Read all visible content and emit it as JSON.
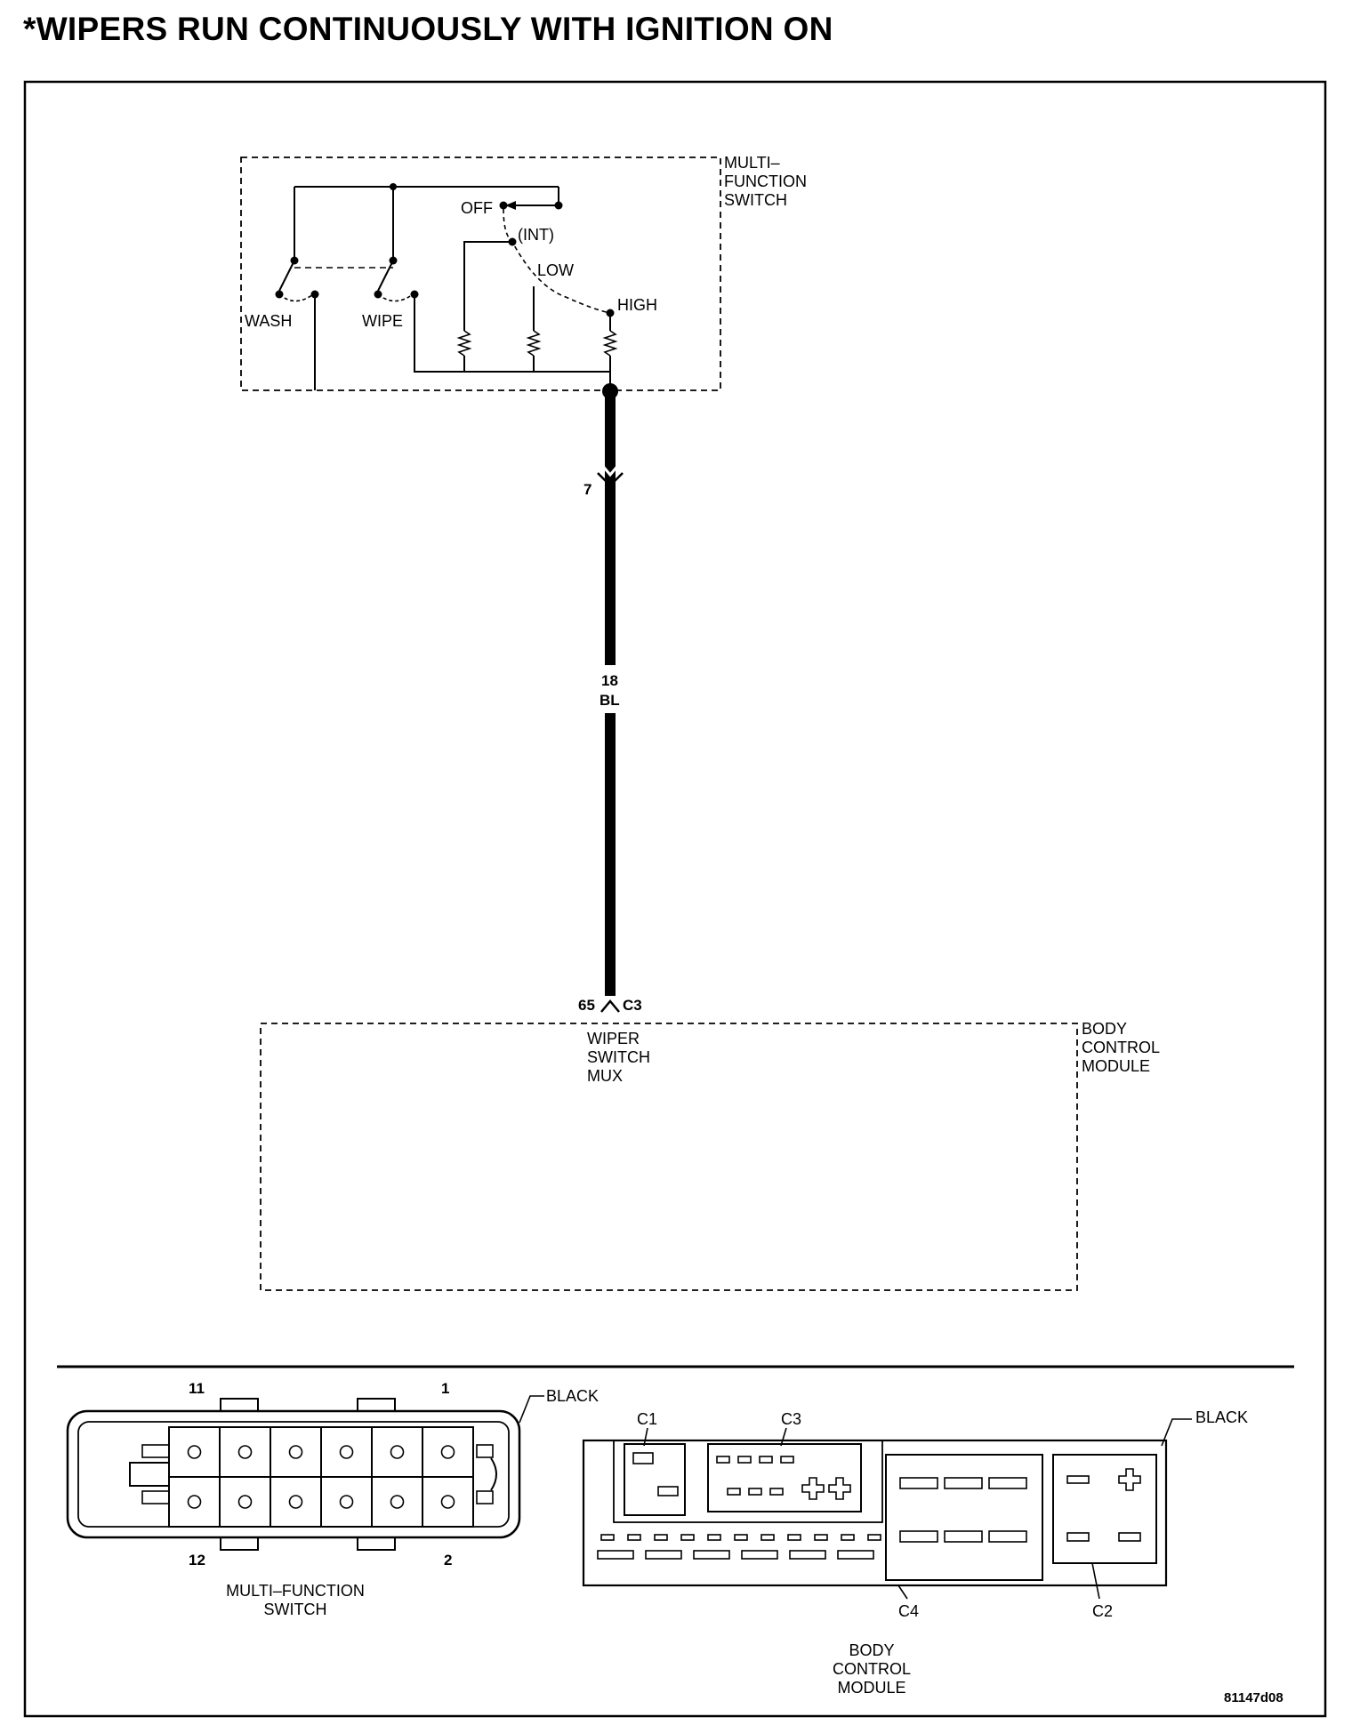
{
  "title": "*WIPERS RUN CONTINUOUSLY WITH IGNITION ON",
  "switch_component": {
    "line1": "MULTI–",
    "line2": "FUNCTION",
    "line3": "SWITCH"
  },
  "switch_positions": {
    "off": "OFF",
    "int": "(INT)",
    "low": "LOW",
    "high": "HIGH"
  },
  "switch_functions": {
    "wash": "WASH",
    "wipe": "WIPE"
  },
  "wire": {
    "switch_pin": "7",
    "gauge": "18",
    "color": "BL",
    "bcm_pin": "65",
    "bcm_connector": "C3"
  },
  "bcm_circuit": {
    "line1": "WIPER",
    "line2": "SWITCH",
    "line3": "MUX"
  },
  "bcm_component": {
    "line1": "BODY",
    "line2": "CONTROL",
    "line3": "MODULE"
  },
  "mfs_connector": {
    "pin_top_left": "11",
    "pin_top_right": "1",
    "pin_bottom_left": "12",
    "pin_bottom_right": "2",
    "color": "BLACK",
    "caption_line1": "MULTI–FUNCTION",
    "caption_line2": "SWITCH"
  },
  "bcm_connector_view": {
    "color": "BLACK",
    "c1": "C1",
    "c2": "C2",
    "c3": "C3",
    "c4": "C4",
    "caption_line1": "BODY",
    "caption_line2": "CONTROL",
    "caption_line3": "MODULE"
  },
  "doc_id": "81147d08"
}
